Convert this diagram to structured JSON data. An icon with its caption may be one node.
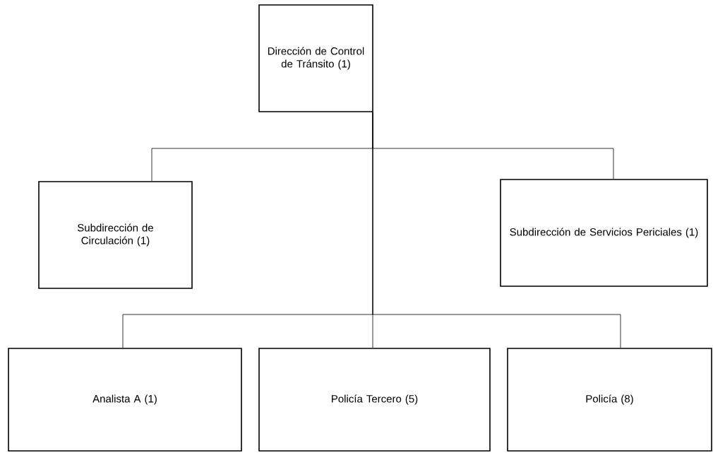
{
  "diagram": {
    "nodes": [
      {
        "text": [
          "Dirección de Control de Tránsito (1)"
        ]
      },
      {
        "text": [
          "Subdirección de Circulación (1)"
        ]
      },
      {
        "text": [
          "Subdirección de Servicios Periciales (1)"
        ]
      },
      {
        "text": [
          "Analista A (1)"
        ]
      },
      {
        "text": [
          "Policía Tercero (5)"
        ]
      },
      {
        "text": [
          "Policía (8)"
        ]
      }
    ],
    "edges": [
      {
        "from": 0,
        "to": 1,
        "arrow": "none"
      },
      {
        "from": 0,
        "to": 2,
        "arrow": "none"
      },
      {
        "from": 0,
        "to": 3,
        "arrow": "none"
      },
      {
        "from": 0,
        "to": 4,
        "arrow": "none"
      },
      {
        "from": 0,
        "to": 5,
        "arrow": "none"
      }
    ]
  }
}
